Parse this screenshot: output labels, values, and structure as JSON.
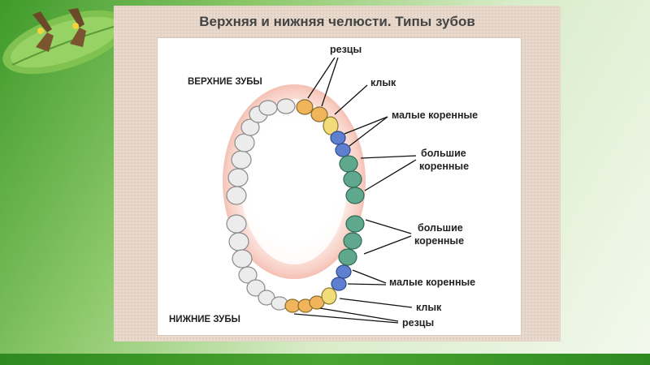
{
  "slide": {
    "title": "Верхняя и нижняя челюсти. Типы зубов"
  },
  "diagram": {
    "upper_heading": "ВЕРХНИЕ ЗУБЫ",
    "lower_heading": "НИЖНИЕ ЗУБЫ",
    "labels": {
      "upper_incisors": "резцы",
      "upper_canine": "клык",
      "upper_premolars": "малые коренные",
      "upper_molars_1": "большие",
      "upper_molars_2": "коренные",
      "lower_molars_1": "большие",
      "lower_molars_2": "коренные",
      "lower_premolars": "малые коренные",
      "lower_canine": "клык",
      "lower_incisors": "резцы"
    }
  },
  "colors": {
    "incisor": "#f0b45a",
    "canine": "#f2dc7a",
    "premolar": "#5f7fd0",
    "molar": "#5fa88e",
    "plain_tooth": "#ececec"
  }
}
